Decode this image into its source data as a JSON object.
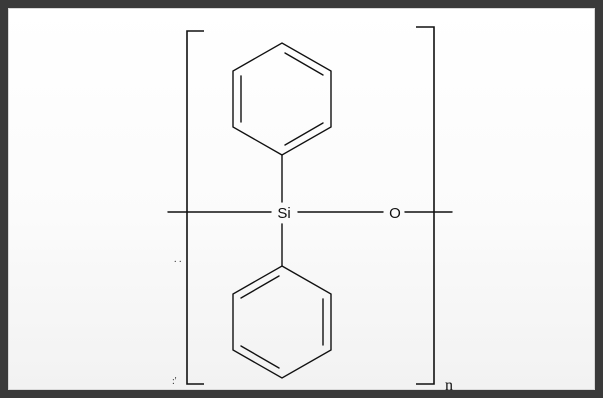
{
  "molecule": {
    "center_atom": "Si",
    "oxygen_atom": "O",
    "repeat_subscript": "n",
    "stray_marks": [
      ". .",
      ":'"
    ]
  },
  "colors": {
    "line": "#111111",
    "frame": "#3a3a3a",
    "background": "#ffffff"
  }
}
